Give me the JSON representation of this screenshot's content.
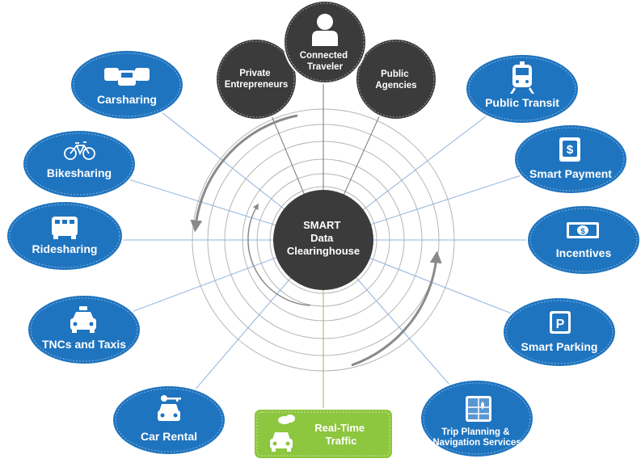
{
  "center": {
    "lines": [
      "SMART",
      "Data",
      "Clearinghouse"
    ]
  },
  "stakeholders": [
    {
      "id": "connected-traveler",
      "lines": [
        "Connected",
        "Traveler"
      ],
      "icon": "person-icon"
    },
    {
      "id": "private-entrepreneurs",
      "lines": [
        "Private",
        "Entrepreneurs"
      ]
    },
    {
      "id": "public-agencies",
      "lines": [
        "Public",
        "Agencies"
      ]
    }
  ],
  "services": [
    {
      "id": "carsharing",
      "lines": [
        "Carsharing"
      ],
      "icon": "cars-icon"
    },
    {
      "id": "bikesharing",
      "lines": [
        "Bikesharing"
      ],
      "icon": "bicycle-icon"
    },
    {
      "id": "ridesharing",
      "lines": [
        "Ridesharing"
      ],
      "icon": "van-icon"
    },
    {
      "id": "tncs-and-taxis",
      "lines": [
        "TNCs and Taxis"
      ],
      "icon": "taxi-icon"
    },
    {
      "id": "car-rental",
      "lines": [
        "Car Rental"
      ],
      "icon": "car-key-icon"
    },
    {
      "id": "public-transit",
      "lines": [
        "Public Transit"
      ],
      "icon": "train-icon"
    },
    {
      "id": "smart-payment",
      "lines": [
        "Smart Payment"
      ],
      "icon": "dollar-card-icon"
    },
    {
      "id": "incentives",
      "lines": [
        "Incentives"
      ],
      "icon": "cash-icon"
    },
    {
      "id": "smart-parking",
      "lines": [
        "Smart Parking"
      ],
      "icon": "parking-icon"
    },
    {
      "id": "trip-planning",
      "lines": [
        "Trip Planning &",
        "Navigation Services"
      ],
      "icon": "map-icon"
    }
  ],
  "realtime": {
    "lines": [
      "Real-Time",
      "Traffic"
    ],
    "icon": "car-cloud-icon"
  },
  "colors": {
    "blue": "#1f74bf",
    "dark": "#3b3b3b",
    "green": "#8dc63f",
    "line_blue": "#8fb2dc",
    "line_gray": "#777777",
    "ring": "#b5b5b5",
    "arrow": "#8a8a8a"
  }
}
